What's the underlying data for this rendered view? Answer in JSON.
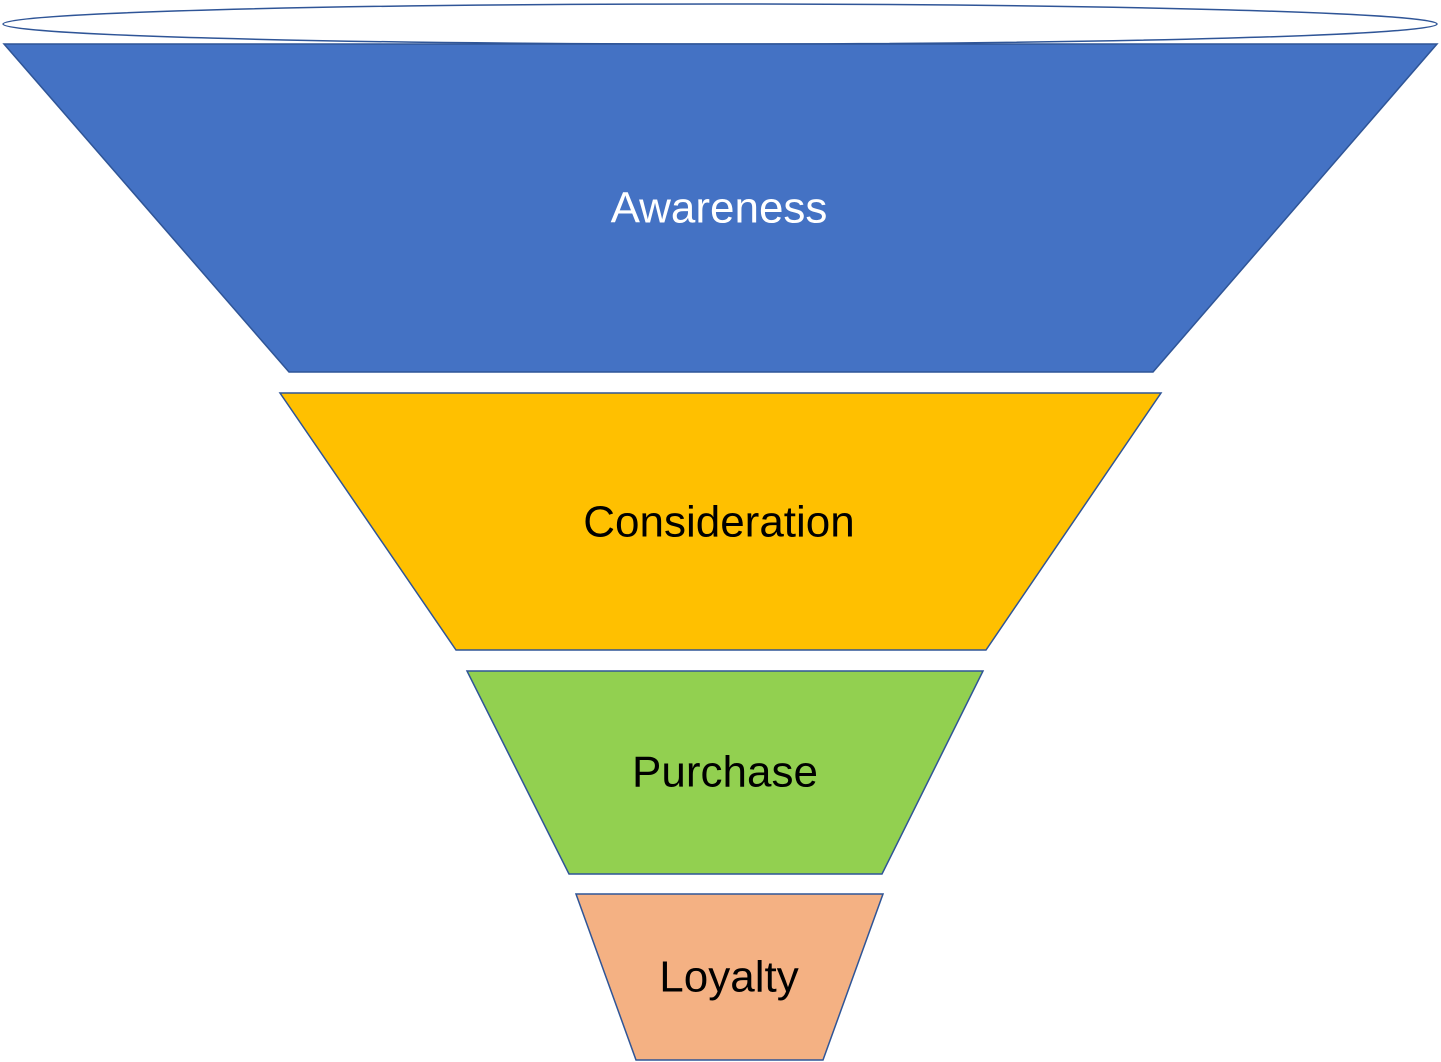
{
  "diagram": {
    "type": "funnel",
    "stages": [
      {
        "label": "Awareness",
        "fill": "#4472C4",
        "text_color": "#FFFFFF"
      },
      {
        "label": "Consideration",
        "fill": "#FFC000",
        "text_color": "#000000"
      },
      {
        "label": "Purchase",
        "fill": "#92D050",
        "text_color": "#000000"
      },
      {
        "label": "Loyalty",
        "fill": "#F4B183",
        "text_color": "#000000"
      }
    ],
    "outline_color": "#2F5597",
    "rim_fill": "#FFFFFF"
  }
}
